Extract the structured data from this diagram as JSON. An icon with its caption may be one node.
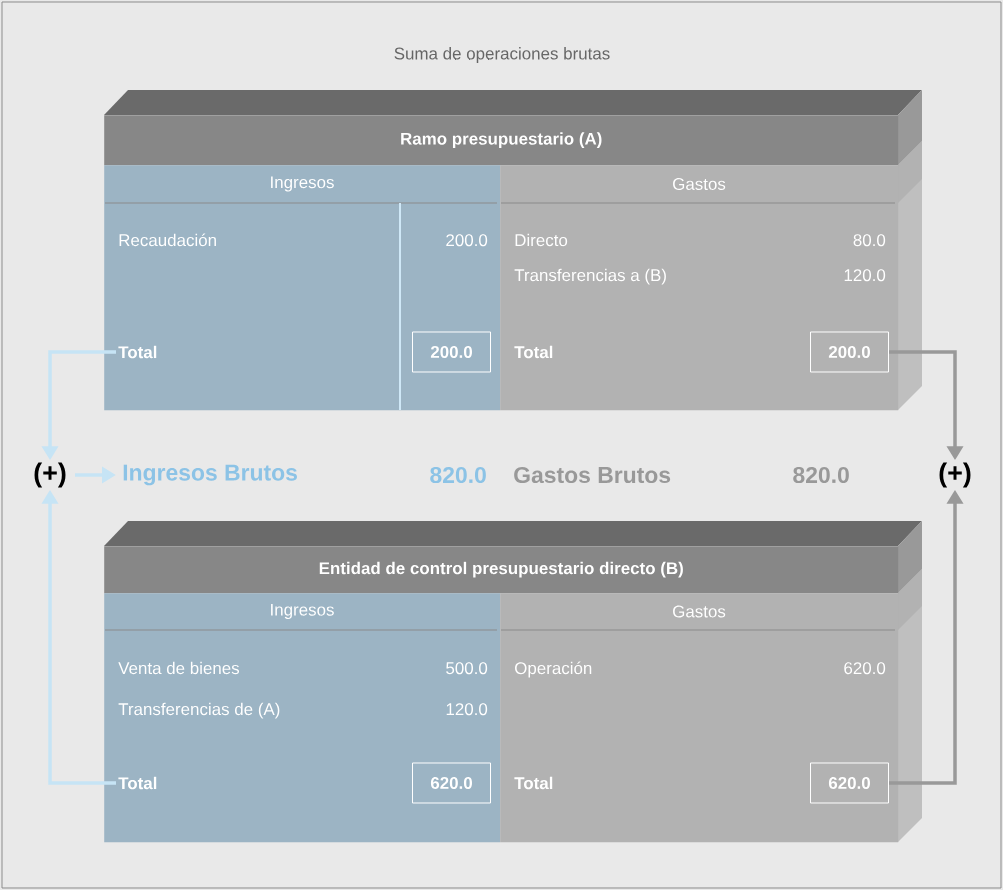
{
  "diagram": {
    "nodes": [
      {
        "text": [
          "Ramo presupuestario (A)"
        ]
      },
      {
        "text": [
          "Ingresos",
          "Recaudación",
          "200.0"
        ],
        "in": 0
      },
      {
        "text": [
          "Total"
        ],
        "in": 1
      },
      {
        "text": [
          "200.0"
        ],
        "in": 1
      },
      {
        "text": [
          "Gastos",
          "Directo",
          "80.0",
          "Transferencias a (B)",
          "120.0",
          "Total"
        ],
        "in": 0
      },
      {
        "text": [
          "200.0"
        ],
        "in": 4
      },
      {
        "text": [
          "(+)"
        ]
      },
      {
        "text": [
          "Ingresos Brutos"
        ],
        "beside": [
          "820.0"
        ]
      },
      {
        "text": [
          "Gastos Brutos"
        ],
        "beside": [
          "820.0"
        ]
      },
      {
        "text": [
          "(+)"
        ]
      },
      {
        "text": [
          "Entidad de control presupuestario directo (B)"
        ]
      },
      {
        "text": [
          "Ingresos",
          "Venta de bienes",
          "500.0",
          "Transferencias de (A)",
          "120.0"
        ],
        "in": 10
      },
      {
        "text": [
          "Total"
        ],
        "in": 11
      },
      {
        "text": [
          "620.0"
        ],
        "in": 11
      },
      {
        "text": [
          "Gastos",
          "Operación",
          "620.0",
          "Total"
        ],
        "in": 10
      },
      {
        "text": [
          "620.0"
        ],
        "in": 14
      }
    ],
    "edges": [
      {
        "from": 2,
        "to": 6,
        "arrow": "to",
        "color": "#c6e4f5"
      },
      {
        "from": 12,
        "to": 6,
        "arrow": "to",
        "color": "#c6e4f5"
      },
      {
        "from": 6,
        "to": 7,
        "arrow": "to",
        "color": "#c6e4f5"
      },
      {
        "from": 5,
        "to": 9,
        "arrow": "to",
        "color": "#999999"
      },
      {
        "from": 15,
        "to": 9,
        "arrow": "to",
        "color": "#999999"
      }
    ],
    "labels": [
      "Suma de operaciones brutas"
    ]
  }
}
